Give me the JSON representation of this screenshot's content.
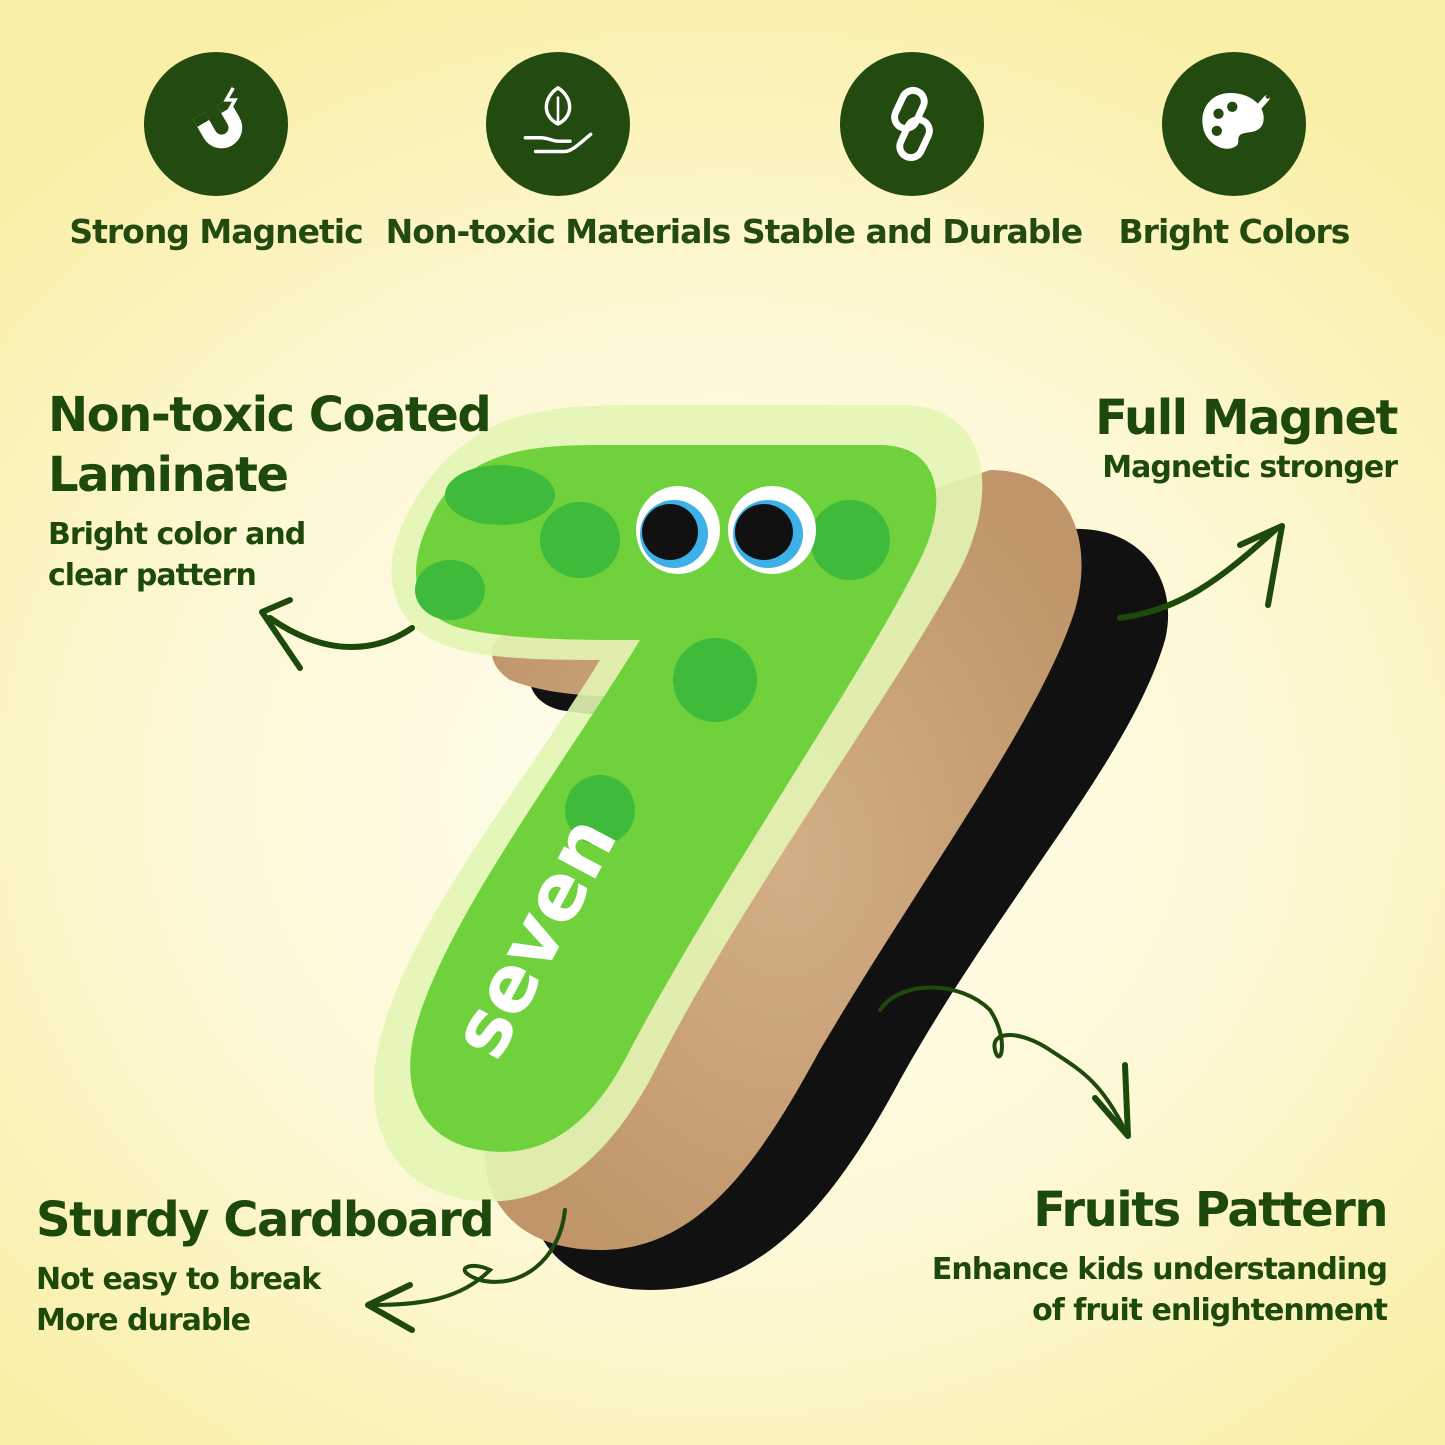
{
  "features": [
    {
      "icon": "magnet-icon",
      "label": "Strong Magnetic"
    },
    {
      "icon": "leaf-hand-icon",
      "label": "Non-toxic Materials"
    },
    {
      "icon": "chain-link-icon",
      "label": "Stable and Durable"
    },
    {
      "icon": "palette-icon",
      "label": "Bright Colors"
    }
  ],
  "callouts": {
    "laminate": {
      "title_line1": "Non-toxic Coated",
      "title_line2": "Laminate",
      "sub_line1": "Bright color and",
      "sub_line2": "clear pattern"
    },
    "magnet": {
      "title": "Full Magnet",
      "sub": "Magnetic stronger"
    },
    "cardboard": {
      "title": "Sturdy Cardboard",
      "sub_line1": "Not easy to break",
      "sub_line2": "More durable"
    },
    "fruits": {
      "title": "Fruits Pattern",
      "sub_line1": "Enhance kids understanding",
      "sub_line2": "of fruit enlightenment"
    }
  },
  "product": {
    "digit_word": "seven"
  },
  "colors": {
    "dark_green": "#234a0f",
    "bright_green": "#6fd23c",
    "spot_green": "#3fba3b",
    "cardboard": "#c9a37b",
    "magnet_black": "#111111"
  }
}
